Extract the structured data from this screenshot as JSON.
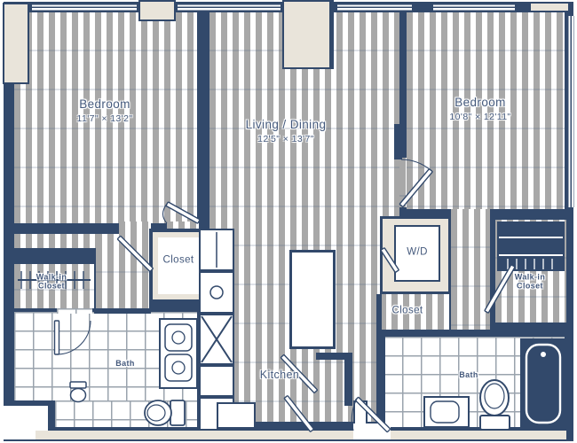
{
  "plan": {
    "bedroom_left": {
      "name": "Bedroom",
      "dims": "11'7\" × 13'2\""
    },
    "living_dining": {
      "name": "Living / Dining",
      "dims": "12'5\" × 13'7\""
    },
    "bedroom_right": {
      "name": "Bedroom",
      "dims": "10'8\" × 12'11\""
    },
    "closet_left": {
      "name": "Closet"
    },
    "closet_right": {
      "name": "Closet"
    },
    "walkin_left": {
      "line1": "Walk-in",
      "line2": "Closet"
    },
    "walkin_right": {
      "line1": "Walk-in",
      "line2": "Closet"
    },
    "laundry": {
      "name": "W/D"
    },
    "kitchen": {
      "name": "Kitchen"
    },
    "bath_left": {
      "name": "Bath"
    },
    "bath_right": {
      "name": "Bath"
    },
    "colors": {
      "wall": "#32496b",
      "floor_stripe": "#a8a8a8",
      "accent_cream": "#e9e4da",
      "label_text": "#44597c"
    }
  }
}
